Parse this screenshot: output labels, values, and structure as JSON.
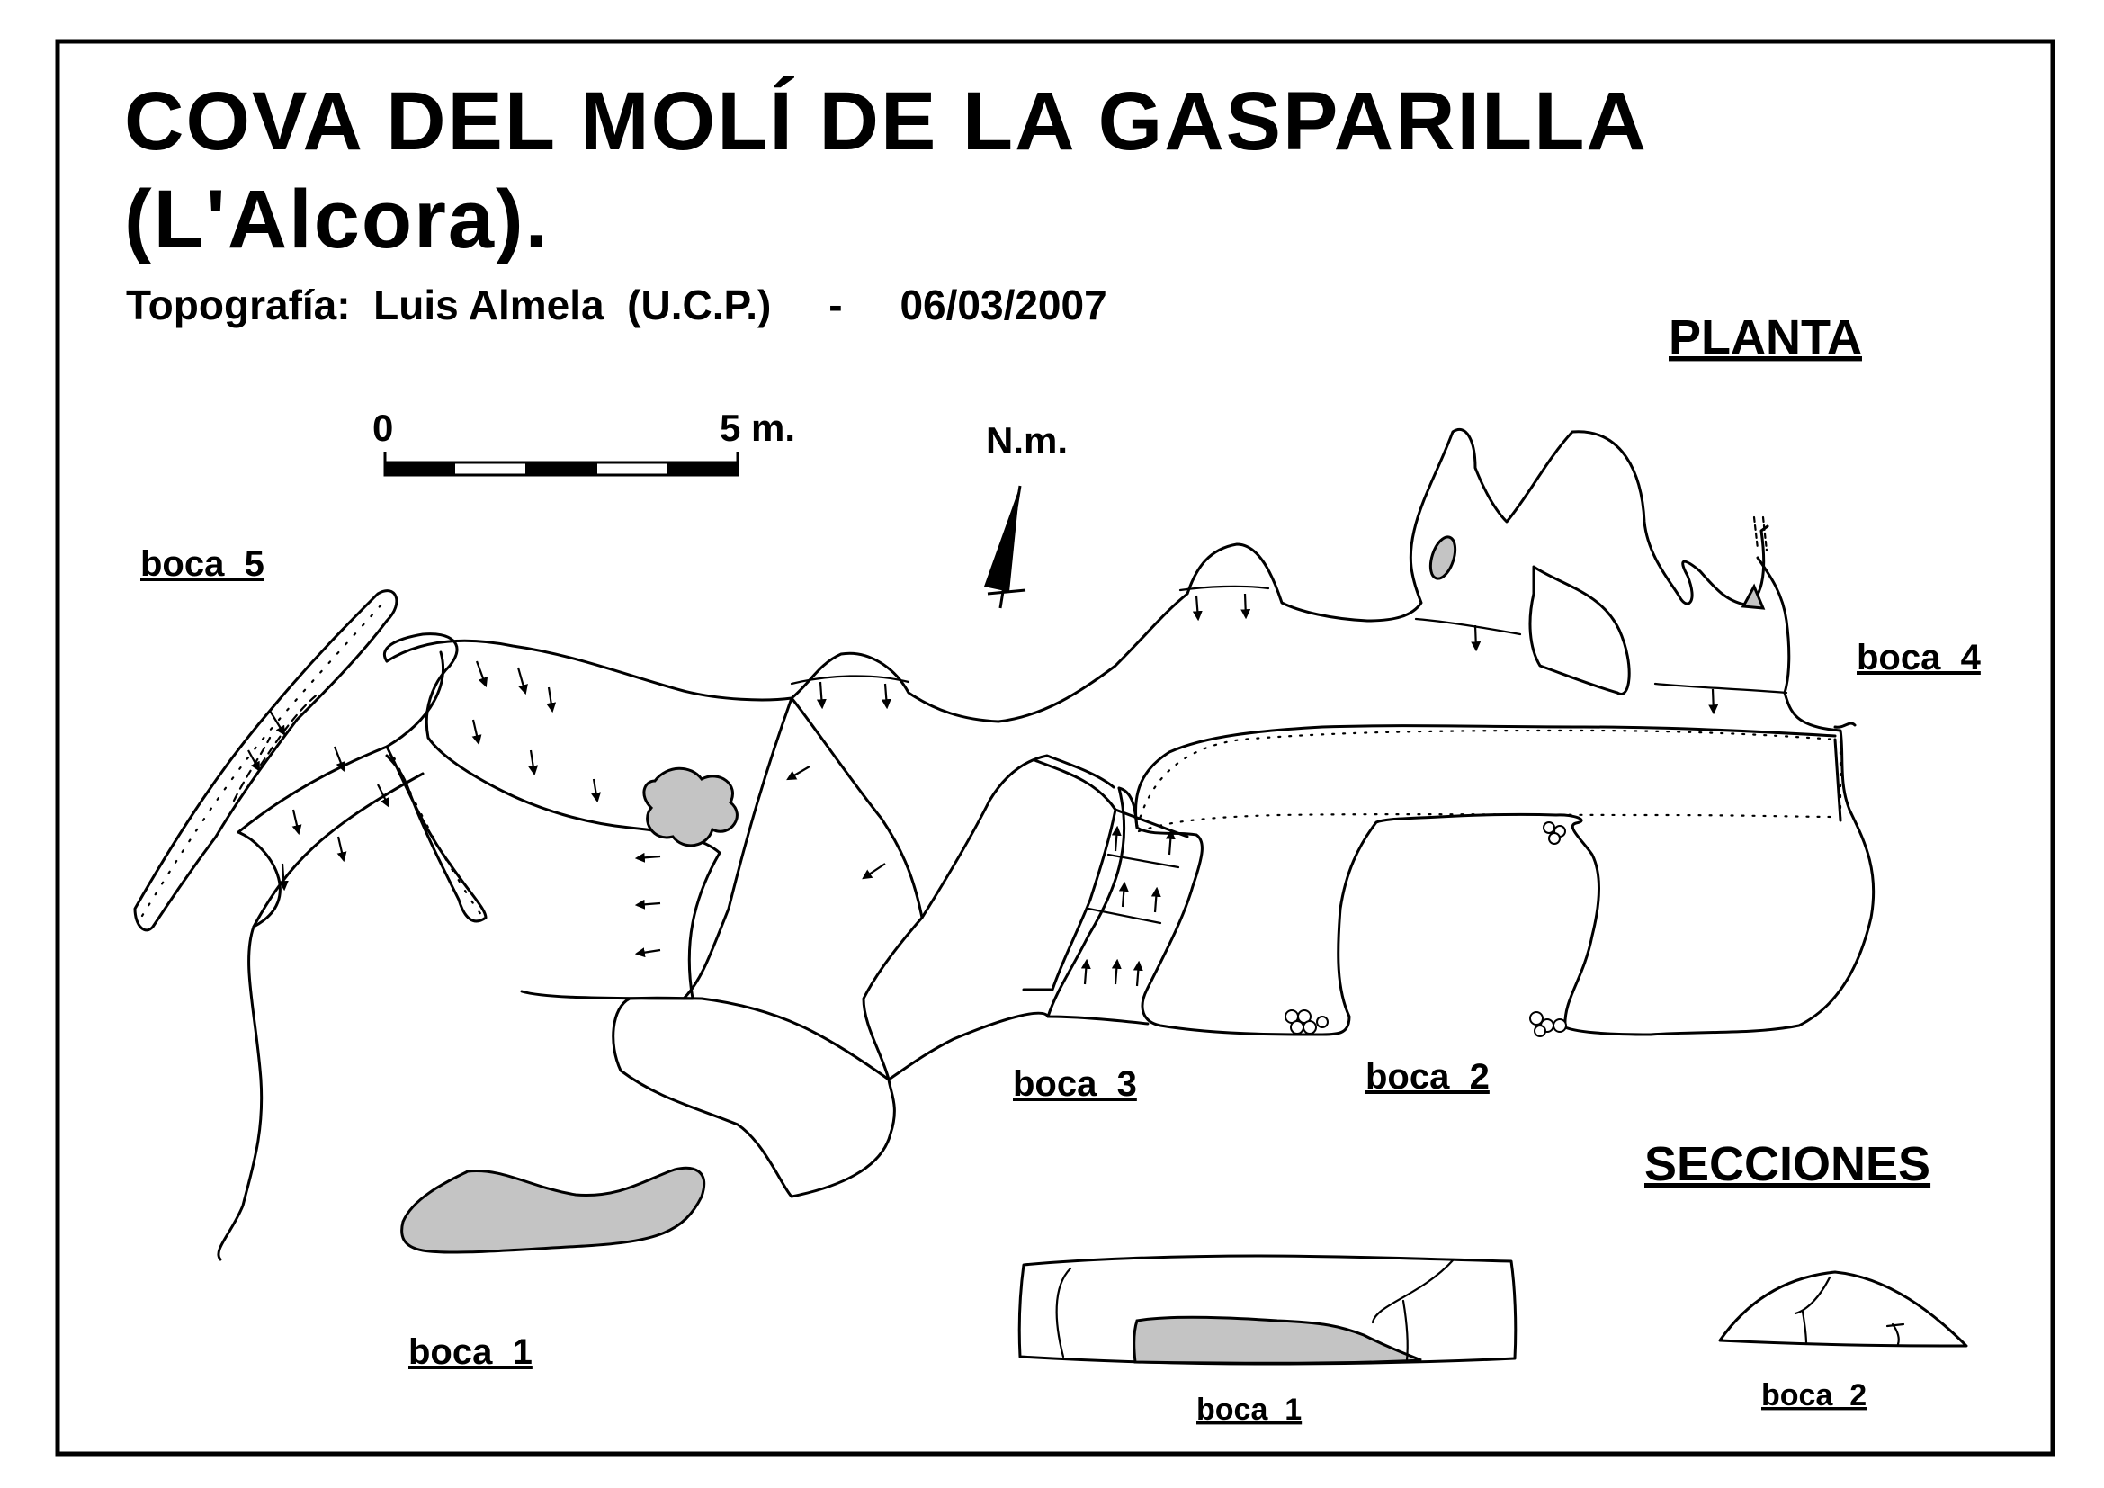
{
  "title_line1": "COVA DEL MOLÍ DE LA GASPARILLA",
  "title_line2": "(L'Alcora).",
  "credit": "Topografía:  Luis Almela  (U.C.P.)     -     06/03/2007",
  "plan_heading": "PLANTA",
  "sections_heading": "SECCIONES",
  "north_label": "N.m.",
  "scale": {
    "start": "0",
    "end": "5 m."
  },
  "entrances": {
    "boca_1": "boca  1",
    "boca_2": "boca  2",
    "boca_3": "boca  3",
    "boca_4": "boca  4",
    "boca_5": "boca  5"
  },
  "sections": {
    "boca_1": "boca  1",
    "boca_2": "boca  2"
  },
  "colors": {
    "line": "#000000",
    "fill_grey": "#c4c4c4",
    "background": "#ffffff"
  }
}
